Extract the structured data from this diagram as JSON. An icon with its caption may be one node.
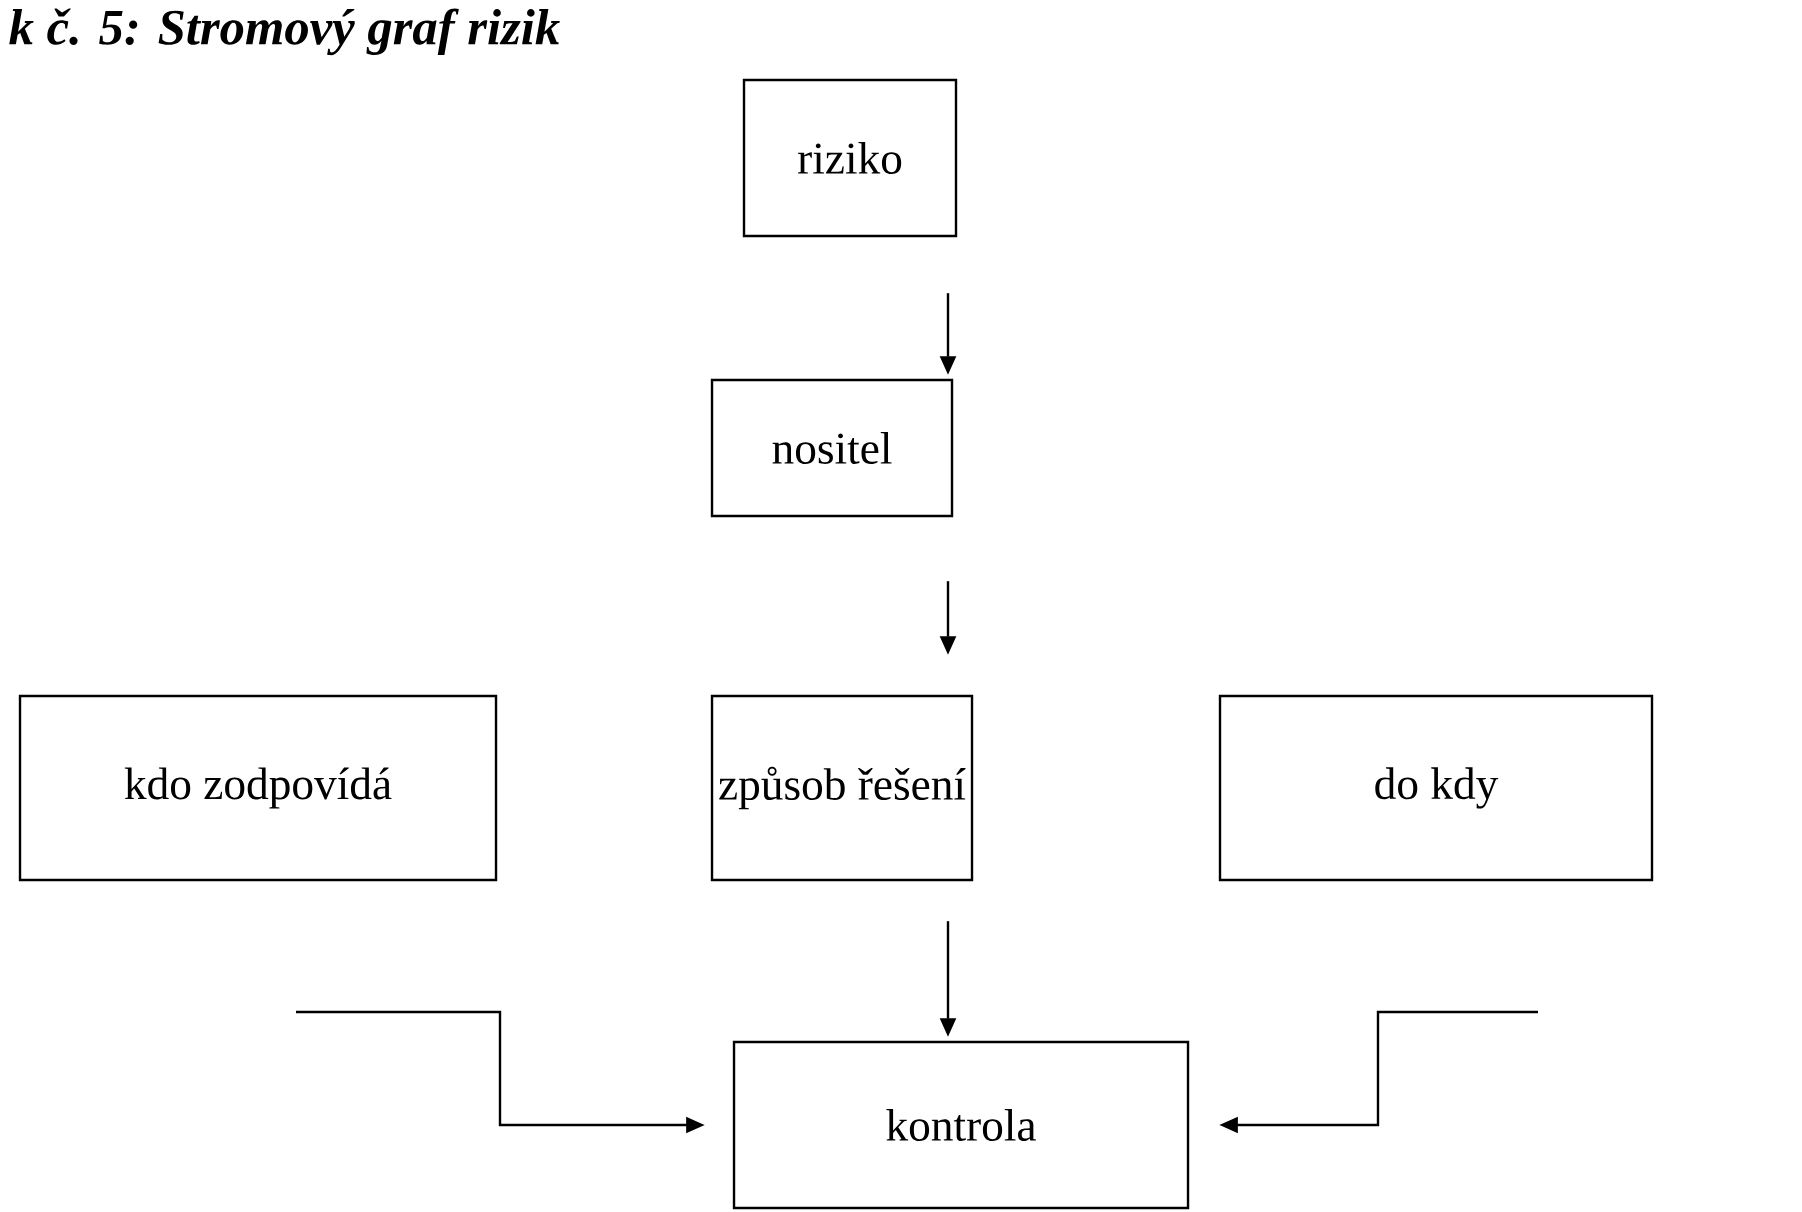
{
  "diagram": {
    "title": "k č. 5: Stromový graf rizik",
    "nodes": [
      {
        "text": [
          "riziko"
        ]
      },
      {
        "text": [
          "nositel"
        ]
      },
      {
        "text": [
          "kdo zodpovídá"
        ]
      },
      {
        "text": [
          "způsob řešení"
        ]
      },
      {
        "text": [
          "do kdy"
        ]
      },
      {
        "text": [
          "kontrola"
        ]
      }
    ],
    "edges": [
      {
        "from": 0,
        "to": 1,
        "arrow": "to"
      },
      {
        "from": 1,
        "to": 3,
        "arrow": "to"
      },
      {
        "from": 3,
        "to": 5,
        "arrow": "to"
      },
      {
        "from": null,
        "to": 5,
        "arrow": "to"
      },
      {
        "from": null,
        "to": 5,
        "arrow": "to"
      }
    ]
  }
}
